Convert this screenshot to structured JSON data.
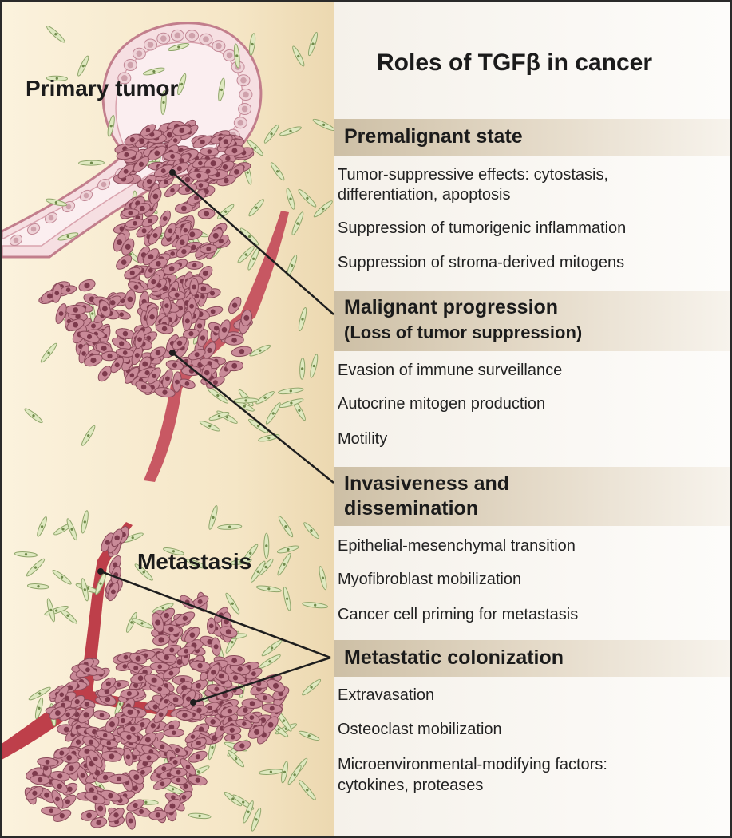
{
  "title": "Roles of TGFβ in cancer",
  "labels": {
    "primary": "Primary tumor",
    "metastasis": "Metastasis"
  },
  "sections": [
    {
      "heading": "Premalignant state",
      "items": [
        "Tumor-suppressive effects: cytostasis,",
        "differentiation, apoptosis",
        "Suppression of tumorigenic inflammation",
        "Suppression of stroma-derived mitogens"
      ]
    },
    {
      "heading": "Malignant progression",
      "subheading": "(Loss of tumor suppression)",
      "items": [
        "Evasion of immune surveillance",
        "Autocrine mitogen production",
        "Motility"
      ]
    },
    {
      "heading": "Invasiveness and",
      "heading2": "dissemination",
      "items": [
        "Epithelial-mesenchymal transition",
        "Myofibroblast mobilization",
        "Cancer cell priming for metastasis"
      ]
    },
    {
      "heading": "Metastatic colonization",
      "items": [
        "Extravasation",
        "Osteoclast mobilization",
        "Microenvironmental-modifying factors:",
        "cytokines, proteases"
      ]
    }
  ],
  "colors": {
    "tumor_cell": "#c98a98",
    "stromal_cell": "#dfe9c0",
    "vessel": "#b8303e",
    "left_bg": "#f4e4c2",
    "header": "#d2c4aa"
  }
}
